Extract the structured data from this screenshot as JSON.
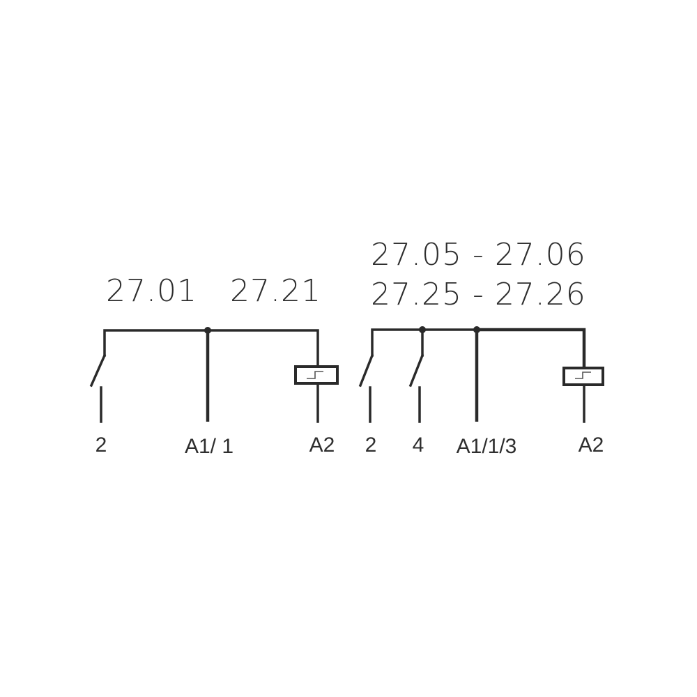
{
  "diagram": {
    "left": {
      "title_a": "27.01",
      "title_b": "27.21",
      "terminals": [
        "2",
        "A1/ 1",
        "A2"
      ],
      "components": [
        "normally-open-contact",
        "common-wire",
        "timer-coil"
      ]
    },
    "right": {
      "title_line1": "27.05 - 27.06",
      "title_line2": "27.25 - 27.26",
      "terminals": [
        "2",
        "4",
        "A1/1/3",
        "A2"
      ],
      "components": [
        "normally-open-contact",
        "normally-open-contact",
        "common-wire",
        "timer-coil"
      ]
    },
    "colors": {
      "line": "#2a2a2a",
      "text": "#2e2e2e",
      "background": "#ffffff"
    }
  }
}
